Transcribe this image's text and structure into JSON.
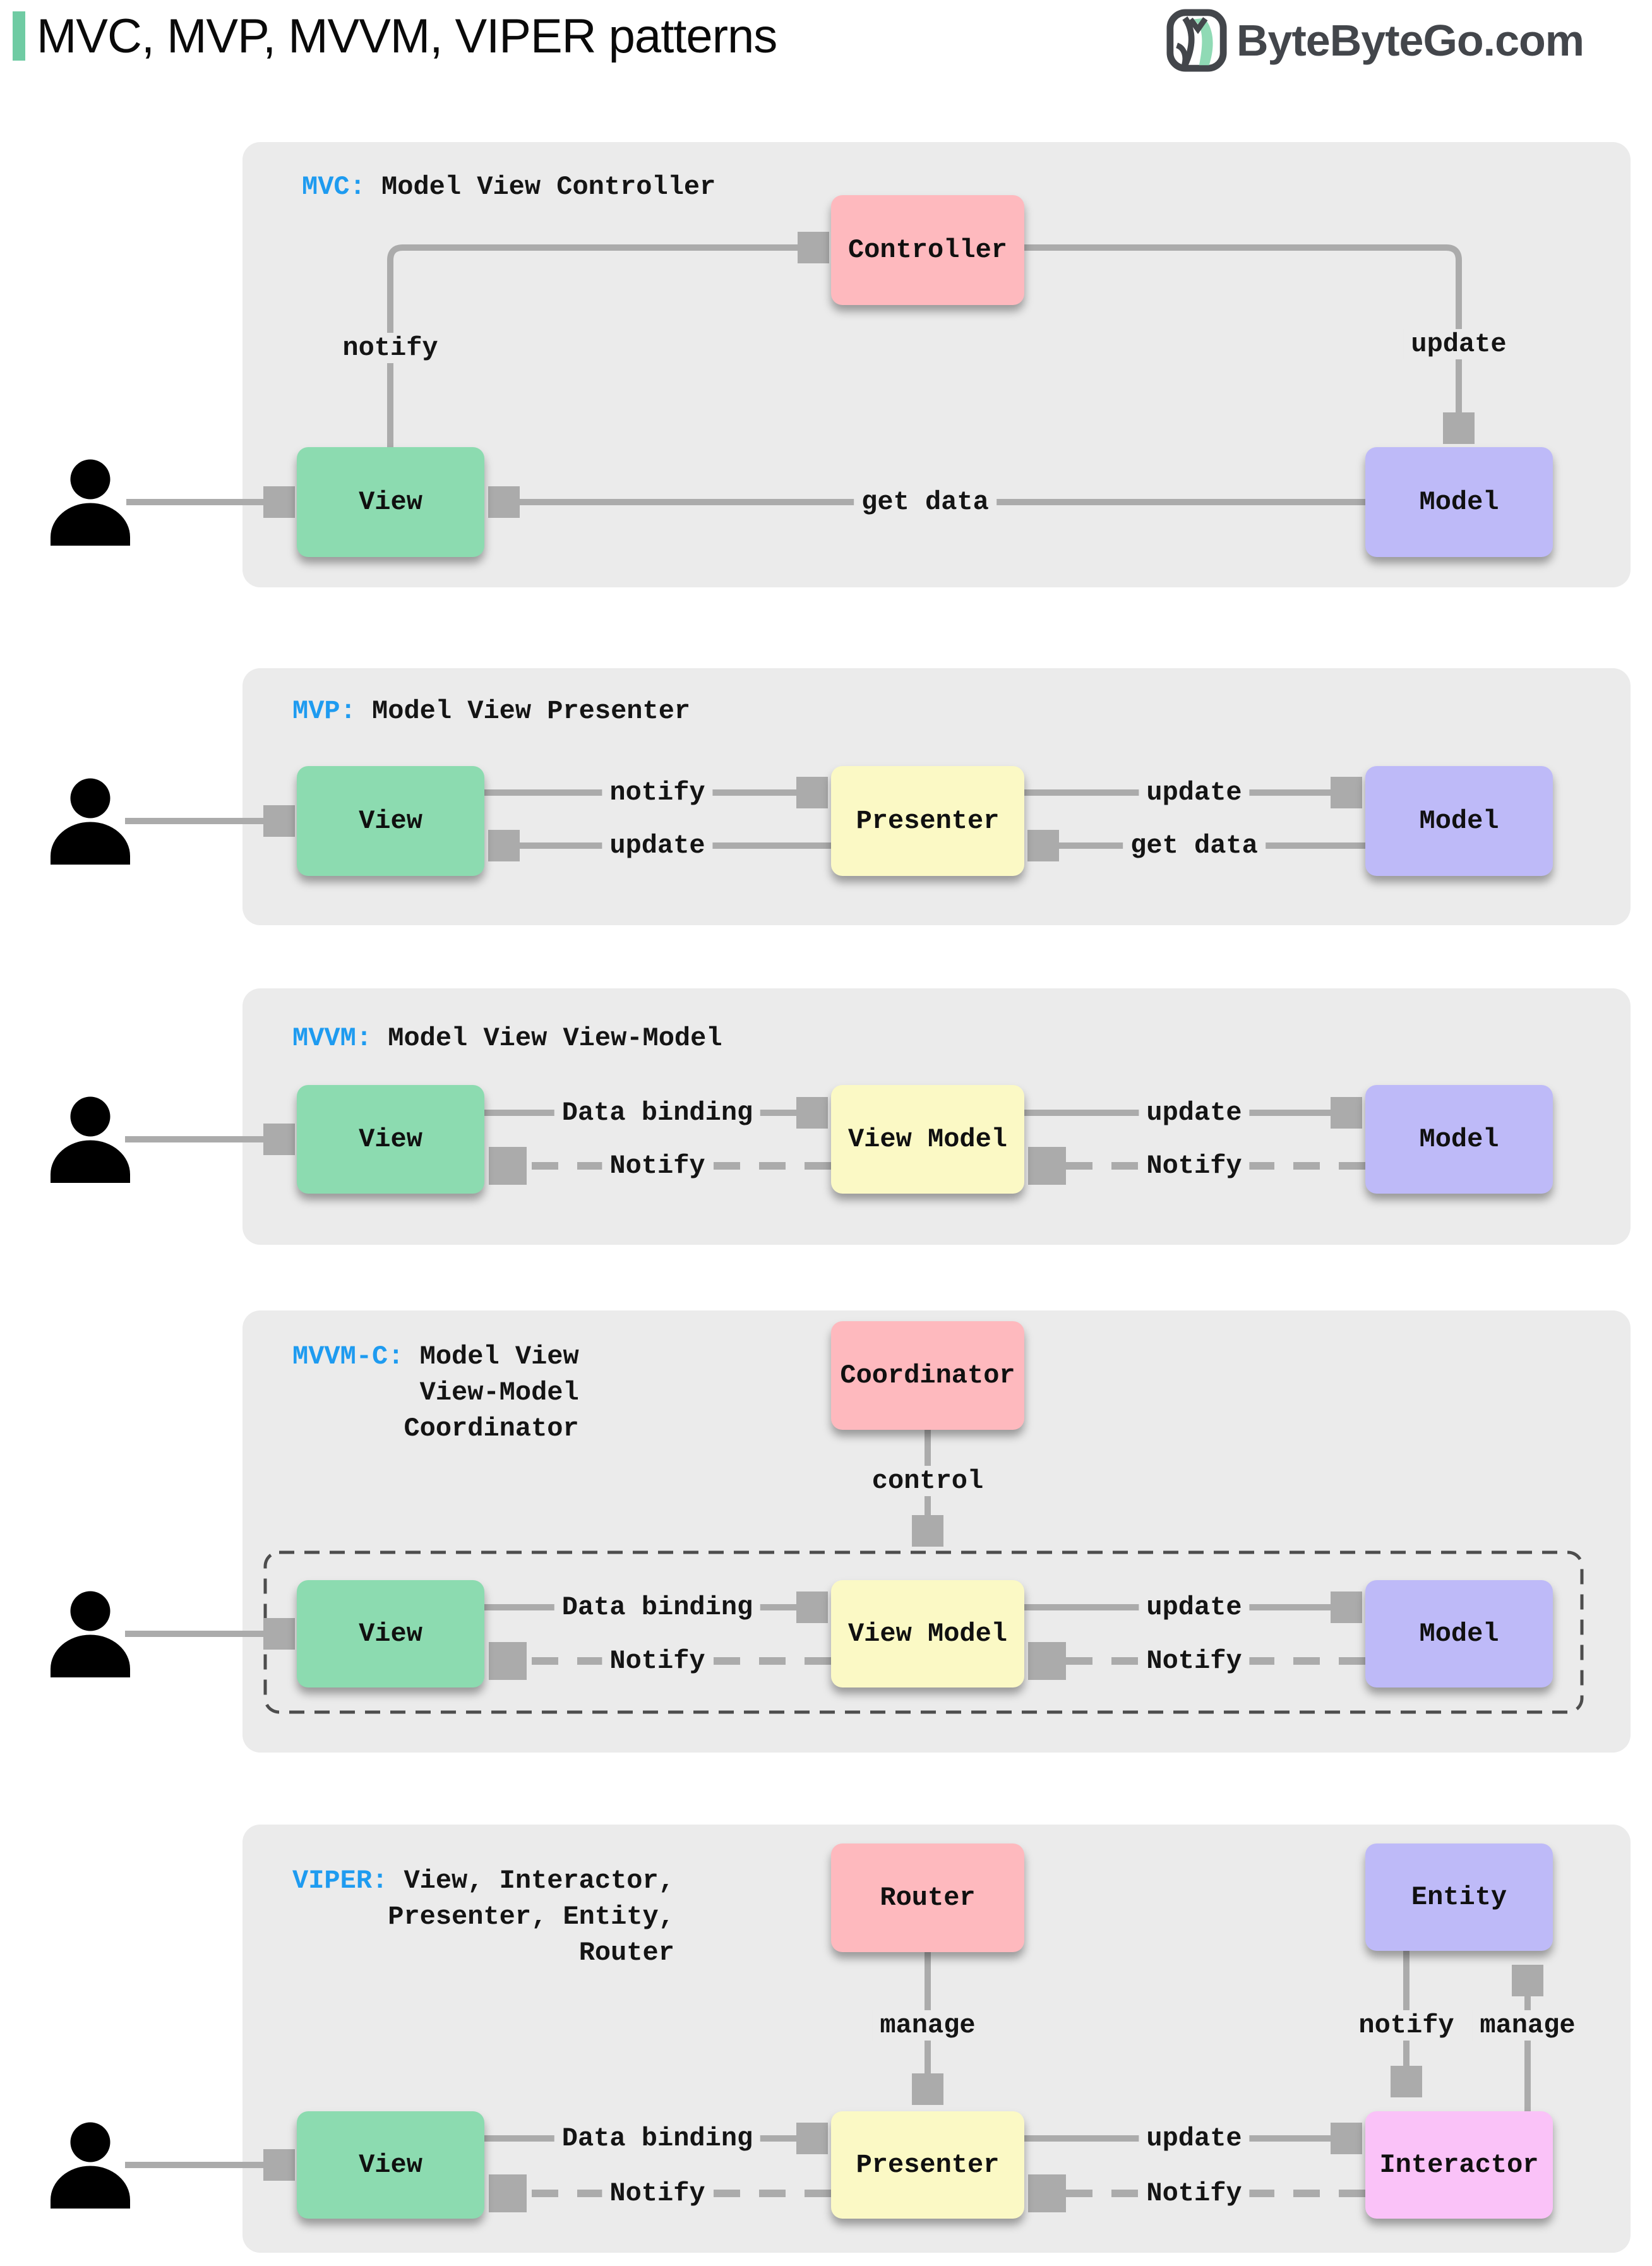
{
  "title": "MVC, MVP, MVVM, VIPER patterns",
  "brand": {
    "name": "ByteByteGo.com",
    "icon": "bytebytego-owl-logo"
  },
  "colors": {
    "accent_bar": "#6FCBA3",
    "tag_blue": "#1E9BF0",
    "panel_bg": "#EBEBEB",
    "view_green": "#8CDBB0",
    "presenter_yellow": "#FBF9C5",
    "model_purple": "#BEBAF8",
    "coordinator_pink": "#FEB9BE",
    "interactor_magenta": "#FAC2F8",
    "arrow_gray": "#ABABAB",
    "dashed_border_gray": "#4D4D4D",
    "brand_gray": "#43464B"
  },
  "icons": {
    "user": "person-icon"
  },
  "mvc": {
    "tag": "MVC:",
    "name": " Model View Controller",
    "boxes": {
      "controller": "Controller",
      "view": "View",
      "model": "Model"
    },
    "labels": {
      "notify": "notify",
      "update": "update",
      "get_data": "get data"
    }
  },
  "mvp": {
    "tag": "MVP:",
    "name": " Model View Presenter",
    "boxes": {
      "view": "View",
      "presenter": "Presenter",
      "model": "Model"
    },
    "labels": {
      "notify": "notify",
      "update_view": "update",
      "update_model": "update",
      "get_data": "get data"
    }
  },
  "mvvm": {
    "tag": "MVVM:",
    "name": " Model View View-Model",
    "boxes": {
      "view": "View",
      "view_model": "View Model",
      "model": "Model"
    },
    "labels": {
      "data_binding": "Data binding",
      "notify_view": "Notify",
      "update": "update",
      "notify_vm": "Notify"
    }
  },
  "mvvmc": {
    "tag": "MVVM-C:",
    "name_line1": " Model View",
    "name_line2": "View-Model",
    "name_line3": "Coordinator",
    "boxes": {
      "coordinator": "Coordinator",
      "view": "View",
      "view_model": "View Model",
      "model": "Model"
    },
    "labels": {
      "control": "control",
      "data_binding": "Data binding",
      "notify_view": "Notify",
      "update": "update",
      "notify_vm": "Notify"
    }
  },
  "viper": {
    "tag": "VIPER:",
    "name_line1": " View, Interactor,",
    "name_line2": "Presenter, Entity,",
    "name_line3": "Router",
    "boxes": {
      "router": "Router",
      "entity": "Entity",
      "view": "View",
      "presenter": "Presenter",
      "interactor": "Interactor"
    },
    "labels": {
      "manage_router": "manage",
      "notify_entity": "notify",
      "manage_entity": "manage",
      "data_binding": "Data binding",
      "notify_view": "Notify",
      "update": "update",
      "notify_presenter": "Notify"
    }
  }
}
